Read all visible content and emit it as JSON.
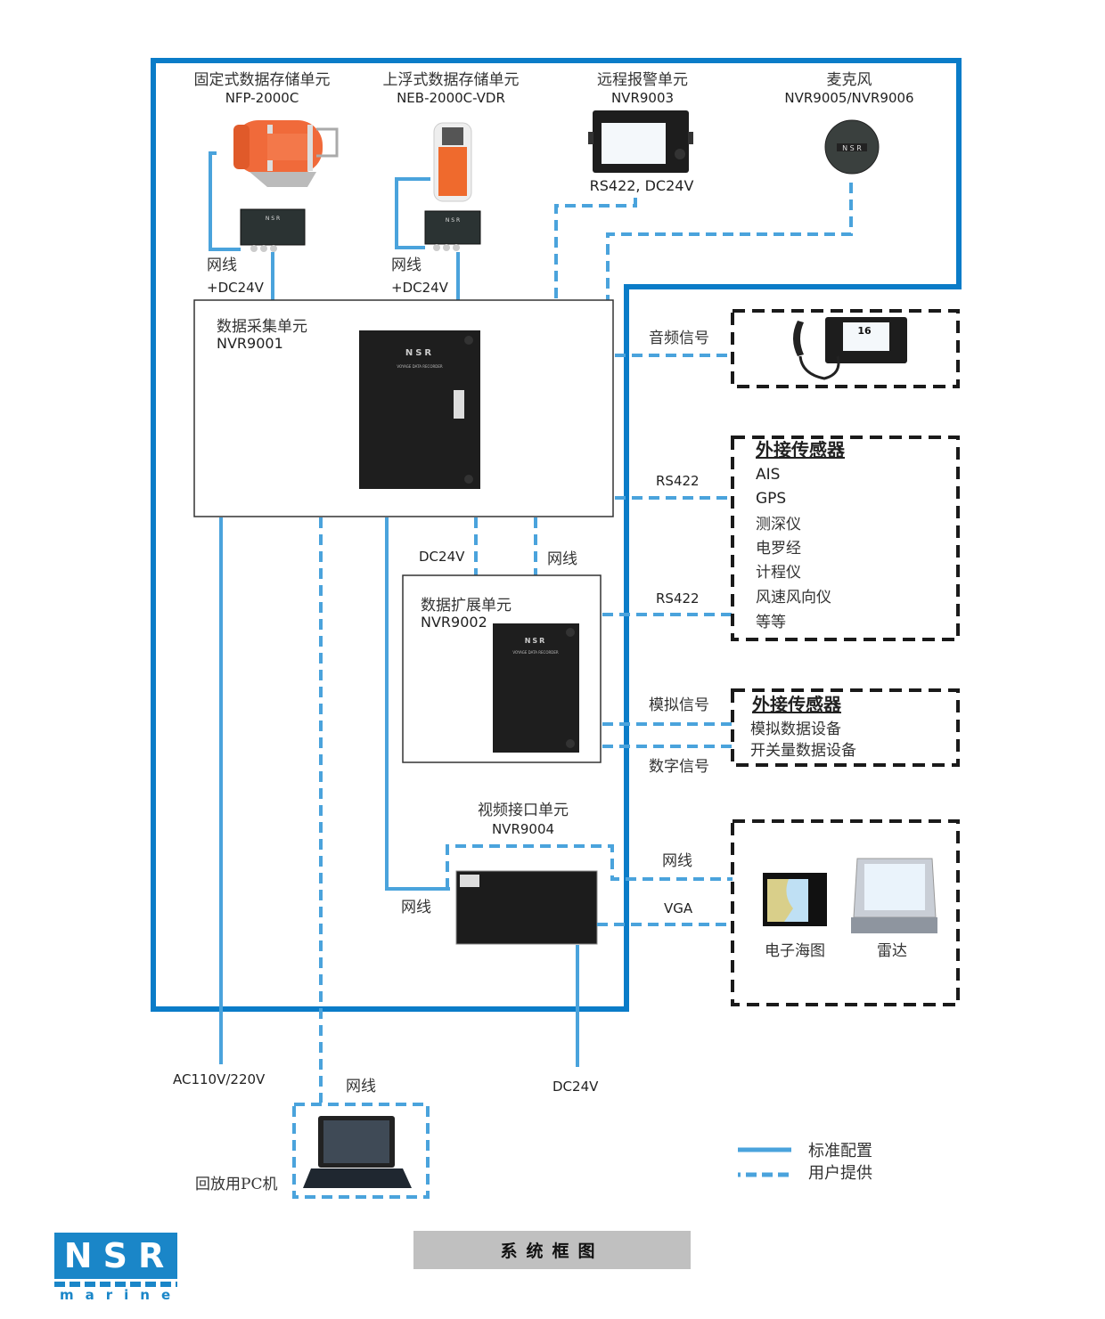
{
  "diagram": {
    "title": "系统框图",
    "brand": {
      "name": "NSR",
      "sub": "marine",
      "color": "#1a86c8"
    },
    "colors": {
      "standard_line": "#0a7cc8",
      "user_line": "#4aa3dc",
      "external_border": "#1a1a1a",
      "unit_border": "#333333"
    },
    "top_devices": [
      {
        "id": "fixed-capsule",
        "name": "固定式数据存储单元",
        "model": "NFP-2000C",
        "cable": "网线",
        "power": "+DC24V"
      },
      {
        "id": "float-capsule",
        "name": "上浮式数据存储单元",
        "model": "NEB-2000C-VDR",
        "cable": "网线",
        "power": "+DC24V"
      },
      {
        "id": "remote-alarm",
        "name": "远程报警单元",
        "model": "NVR9003",
        "interface": "RS422, DC24V"
      },
      {
        "id": "microphone",
        "name": "麦克风",
        "model": "NVR9005/NVR9006"
      }
    ],
    "units": {
      "dau": {
        "name": "数据采集单元",
        "model": "NVR9001",
        "panel_brand": "NSR",
        "panel_text": "VOYAGE DATA RECORDER"
      },
      "deu": {
        "name": "数据扩展单元",
        "model": "NVR9002",
        "panel_brand": "NSR",
        "panel_text": "VOYAGE DATA RECORDER"
      },
      "viu": {
        "name": "视频接口单元",
        "model": "NVR9004"
      }
    },
    "links": {
      "audio": "音频信号",
      "rs422_a": "RS422",
      "rs422_b": "RS422",
      "dau_deu_power": "DC24V",
      "dau_deu_net": "网线",
      "analog": "模拟信号",
      "digital": "数字信号",
      "viu_net_left": "网线",
      "viu_net_right": "网线",
      "vga": "VGA",
      "ac_power": "AC110V/220V",
      "pc_net": "网线",
      "dc_power": "DC24V"
    },
    "external": {
      "vhf": {
        "screen_value": "16"
      },
      "sensors": {
        "title": "外接传感器",
        "items": [
          "AIS",
          "GPS",
          "测深仪",
          "电罗经",
          "计程仪",
          "风速风向仪",
          "等等"
        ]
      },
      "analog_sensors": {
        "title": "外接传感器",
        "items": [
          "模拟数据设备",
          "开关量数据设备"
        ]
      },
      "displays": {
        "ecdis": "电子海图",
        "radar": "雷达"
      },
      "pc": "回放用PC机"
    },
    "legend": [
      {
        "style": "solid",
        "label": "标准配置"
      },
      {
        "style": "dashed",
        "label": "用户提供"
      }
    ]
  }
}
